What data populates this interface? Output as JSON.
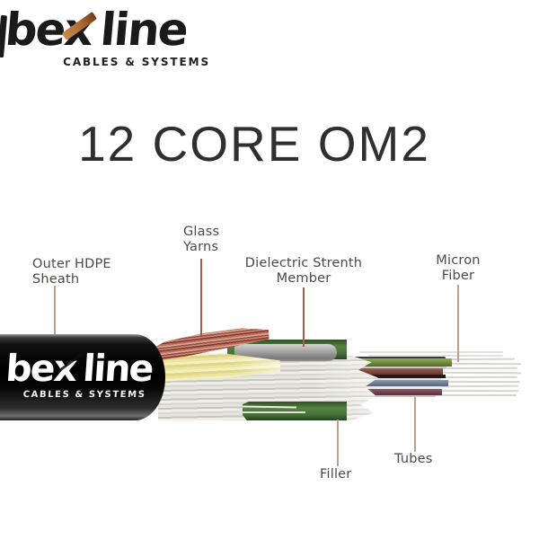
{
  "brand": {
    "name_pre": "be",
    "name_x": "x",
    "name_post": "line",
    "tagline": "CABLES & SYSTEMS"
  },
  "title": "12 CORE OM2",
  "diagram": {
    "labels": {
      "outer_sheath": {
        "line1": "Outer HDPE",
        "line2": "Sheath"
      },
      "glass_yarns": {
        "line1": "Glass",
        "line2": "Yarns"
      },
      "dielectric": {
        "line1": "Dielectric Strenth",
        "line2": "Member"
      },
      "micron_fiber": {
        "line1": "Micron",
        "line2": "Fiber"
      },
      "filler": "Filler",
      "tubes": "Tubes"
    },
    "parts": [
      "Outer HDPE Sheath",
      "Glass Yarns",
      "Dielectric Strenth Member",
      "Micron Fiber",
      "Filler",
      "Tubes"
    ]
  },
  "theme": {
    "accent": "#a9672f",
    "logo_black": "#1a1a1a",
    "title_text": "#2f2f2f",
    "label_text": "#4a4a48",
    "leader_warm": "#a5604d",
    "leader_tan": "#bfa287",
    "sheath": "#000000",
    "tube_green": "#55833f",
    "rod_gray": "#a8a8a8",
    "fiber_white": "#d6d5cf",
    "yarn_red": "#9c4a3e",
    "yarn_yellow": "#ece5a2"
  }
}
